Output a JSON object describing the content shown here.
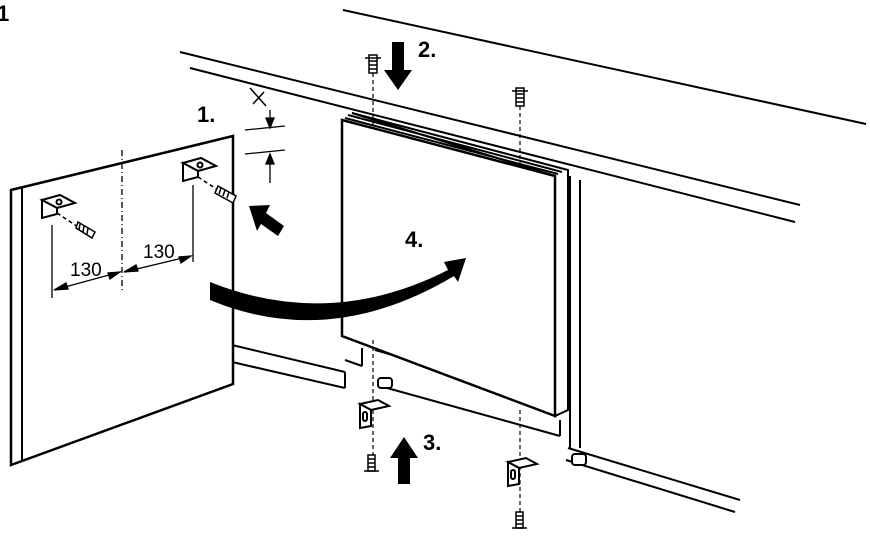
{
  "figure": {
    "corner_label": "1",
    "steps": [
      {
        "id": "step-1",
        "label": "1."
      },
      {
        "id": "step-2",
        "label": "2."
      },
      {
        "id": "step-3",
        "label": "3."
      },
      {
        "id": "step-4",
        "label": "4."
      }
    ],
    "dimensions": {
      "left": "130",
      "right": "130"
    }
  }
}
